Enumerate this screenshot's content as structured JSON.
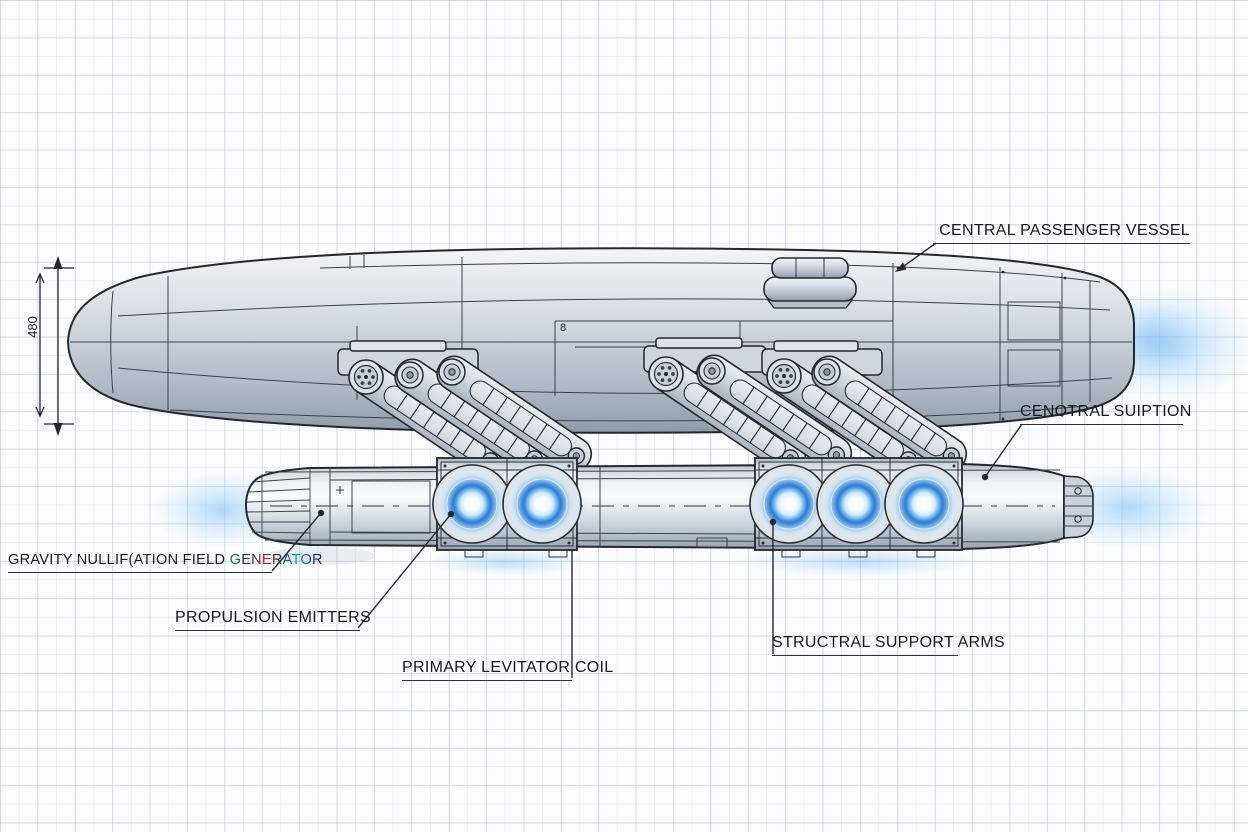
{
  "drawing": {
    "type": "technical-blueprint",
    "subject": "levitating passenger vessel side elevation"
  },
  "labels": {
    "central_passenger_vessel": "CENTRAL PASSENGER VESSEL",
    "cenotral_suiption": "CENOTRAL SUIPTION",
    "gravity_field_generator_main": "GRAVITY NULLIF(ATION FIELD ",
    "gravity_field_generator_accent": "GENERATOR",
    "propulsion_emitters": "PROPULSION EMITTERS",
    "primary_levitator_coil": "PRIMARY LEVITATOR COIL",
    "structural_support_arms": "STRUCTRAL SUPPORT ARMS"
  },
  "dimension": {
    "value": "480"
  },
  "annotations": {
    "hull_panel_mark": "8"
  },
  "colors": {
    "line": "#23272e",
    "metal_light": "#eef1f4",
    "metal_dark": "#9aa5b2",
    "coil_blue": "#3b8ade",
    "glow_blue": "#9fd4f7",
    "grid": "#8daac7",
    "background": "#fbfcfe"
  }
}
